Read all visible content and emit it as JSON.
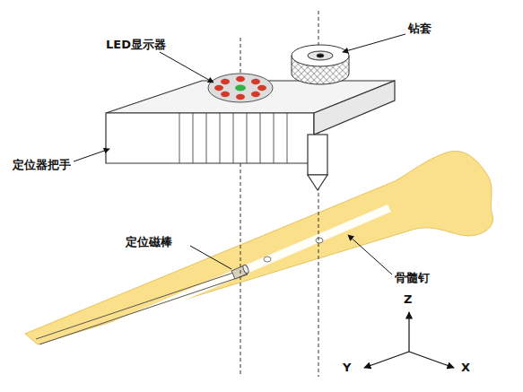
{
  "diagram": {
    "labels": [
      "LED显示器",
      "钻套",
      "定位器把手",
      "定位磁棒",
      "骨髓钉",
      "Z",
      "Y",
      "X"
    ]
  }
}
